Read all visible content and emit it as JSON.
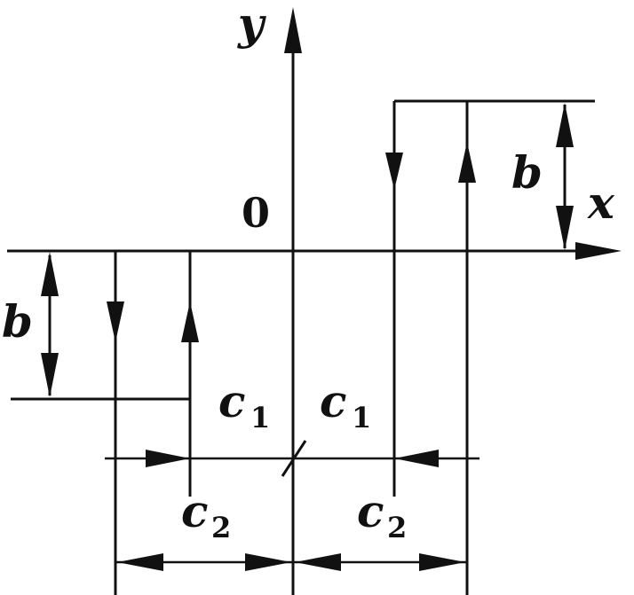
{
  "labels": {
    "y_axis": "y",
    "x_axis": "x",
    "origin": "0",
    "b_right": "b",
    "b_left": "b",
    "c1_left": "c",
    "c1_left_sub": "1",
    "c1_right": "c",
    "c1_right_sub": "1",
    "c2_left": "c",
    "c2_left_sub": "2",
    "c2_right": "c",
    "c2_right_sub": "2"
  }
}
